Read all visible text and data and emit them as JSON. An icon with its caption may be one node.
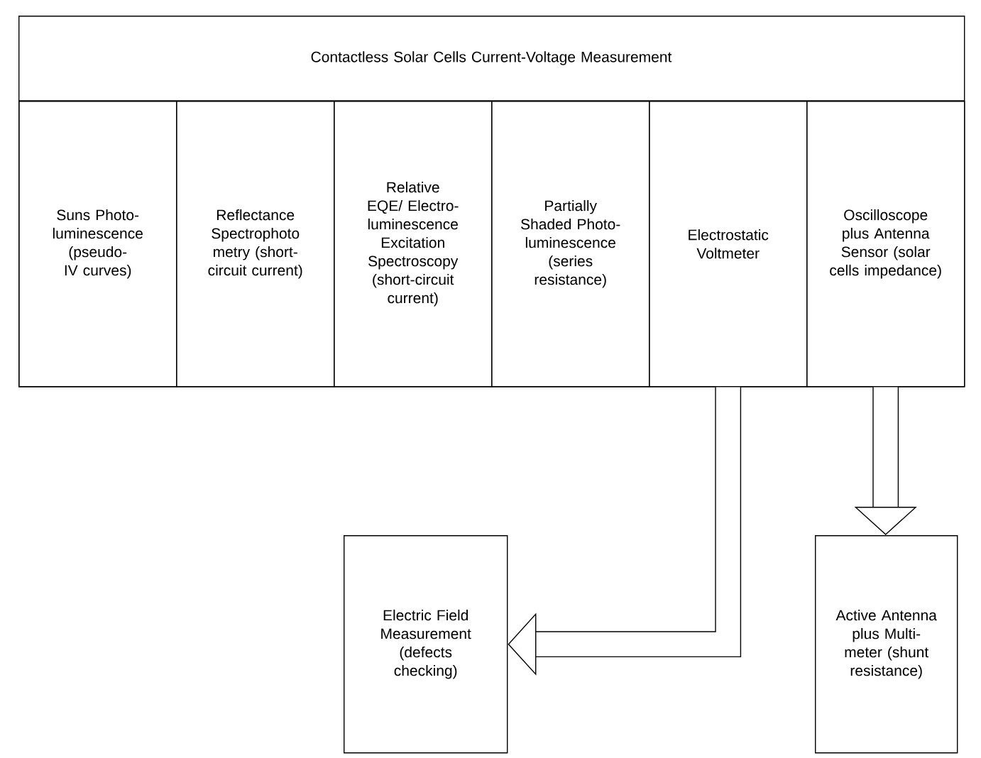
{
  "diagram": {
    "nodes": [
      {
        "text": [
          "Contactless Solar Cells Current-Voltage Measurement"
        ]
      },
      {
        "text": [
          "Suns Photo- luminescence (pseudo-IV curves)"
        ],
        "in": 0
      },
      {
        "text": [
          "Reflectance Spectrophoto metry (short-circuit current)"
        ],
        "in": 0
      },
      {
        "text": [
          "Relative EQE/ Electro- luminescence Excitation Spectroscopy (short-circuit current)"
        ],
        "in": 0
      },
      {
        "text": [
          "Partially Shaded Photo- luminescence (series resistance)"
        ],
        "in": 0
      },
      {
        "text": [
          "Electrostatic Voltmeter"
        ],
        "in": 0
      },
      {
        "text": [
          "Oscilloscope plus Antenna Sensor (solar cells impedance)"
        ],
        "in": 0
      },
      {
        "text": [
          "Electric Field Measurement (defects checking)"
        ]
      },
      {
        "text": [
          "Active Antenna plus Multi-meter (shunt resistance)"
        ]
      }
    ],
    "edges": [
      {
        "from": 5,
        "to": 7,
        "arrow": "to"
      },
      {
        "from": 6,
        "to": 8,
        "arrow": "to"
      }
    ]
  }
}
